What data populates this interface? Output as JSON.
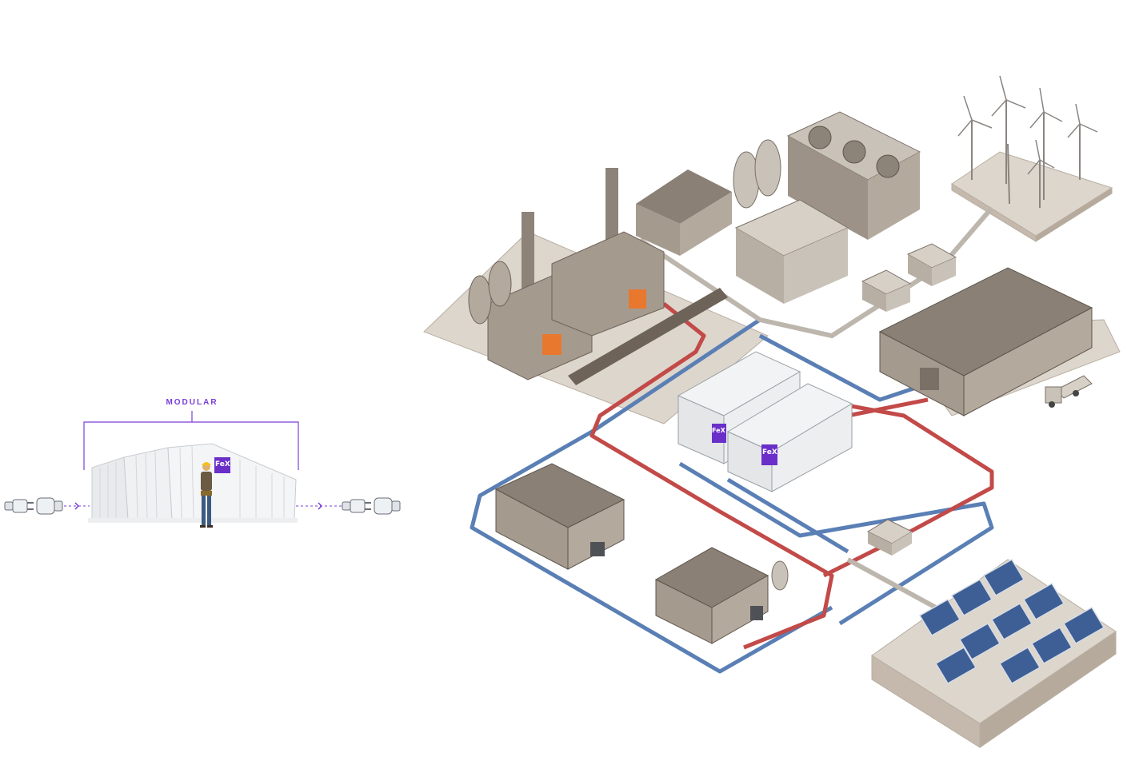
{
  "modular_label": "MODULAR",
  "brand_logo_text": "FeX",
  "colors": {
    "accent": "#7a3fd8",
    "hot_pipe": "#c24a48",
    "cold_pipe": "#5a7fb5",
    "building": "#8e8378",
    "ground": "#ddd6cc"
  },
  "icons": [
    "power-plug-icon",
    "worker-figure",
    "fex-logo"
  ]
}
